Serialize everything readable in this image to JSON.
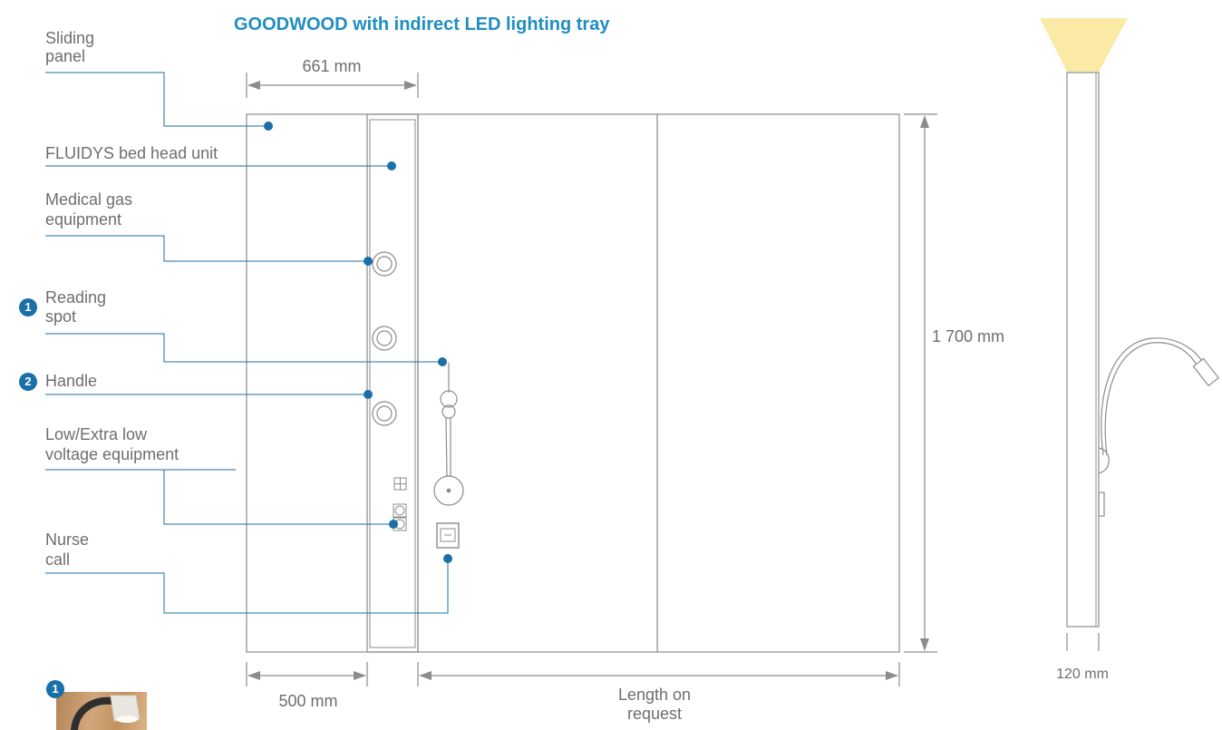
{
  "title": "GOODWOOD with indirect LED lighting tray",
  "labels": {
    "sliding_panel": [
      "Sliding",
      "panel"
    ],
    "bed_head_unit": "FLUIDYS bed head unit",
    "medical_gas": [
      "Medical gas",
      "equipment"
    ],
    "reading_spot": [
      "Reading",
      "spot"
    ],
    "handle": "Handle",
    "low_voltage": [
      "Low/Extra low",
      "voltage equipment"
    ],
    "nurse_call": [
      "Nurse",
      "call"
    ]
  },
  "badges": {
    "reading_spot": "1",
    "handle": "2",
    "photo": "1"
  },
  "dimensions": {
    "panel_width": "661 mm",
    "height": "1 700 mm",
    "unit_width": "500 mm",
    "length": [
      "Length on",
      "request"
    ],
    "depth": "120 mm"
  },
  "colors": {
    "accent": "#1a6fa8",
    "title": "#1f8ec0",
    "line": "#8c8c8c",
    "text": "#6d6e71",
    "light_beam": "#fbe9a6"
  }
}
